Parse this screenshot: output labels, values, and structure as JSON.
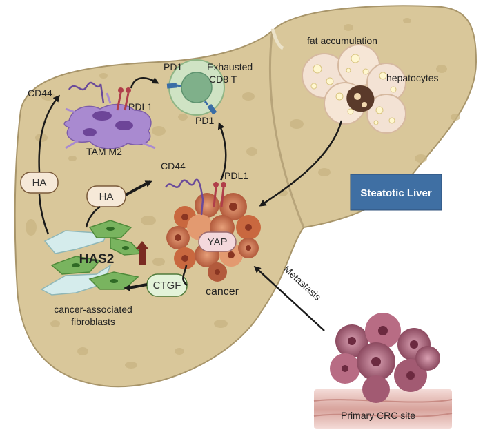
{
  "labels": {
    "fat_accumulation": "fat accumulation",
    "hepatocytes": "hepatocytes",
    "pd1_top": "PD1",
    "exhausted_line1": "Exhausted",
    "exhausted_line2": "CD8 T",
    "cd44_top": "CD44",
    "pdl1_top": "PDL1",
    "tam_m2": "TAM M2",
    "pd1_mid": "PD1",
    "cd44_mid": "CD44",
    "pdl1_mid": "PDL1",
    "ha_left": "HA",
    "ha_mid": "HA",
    "yap": "YAP",
    "has2": "HAS2",
    "ctgf": "CTGF",
    "cancer": "cancer",
    "caf_line1": "cancer-associated",
    "caf_line2": "fibroblasts",
    "steatotic_liver": "Steatotic Liver",
    "metastasis": "Metastasis",
    "primary_site": "Primary CRC site"
  },
  "colors": {
    "liver_fill": "#d9c79a",
    "liver_stroke": "#a8956a",
    "steatotic_box": "#3f6fa3",
    "has2_arrow": "#7a2a22",
    "yap_fill": "#f4d8dc"
  }
}
